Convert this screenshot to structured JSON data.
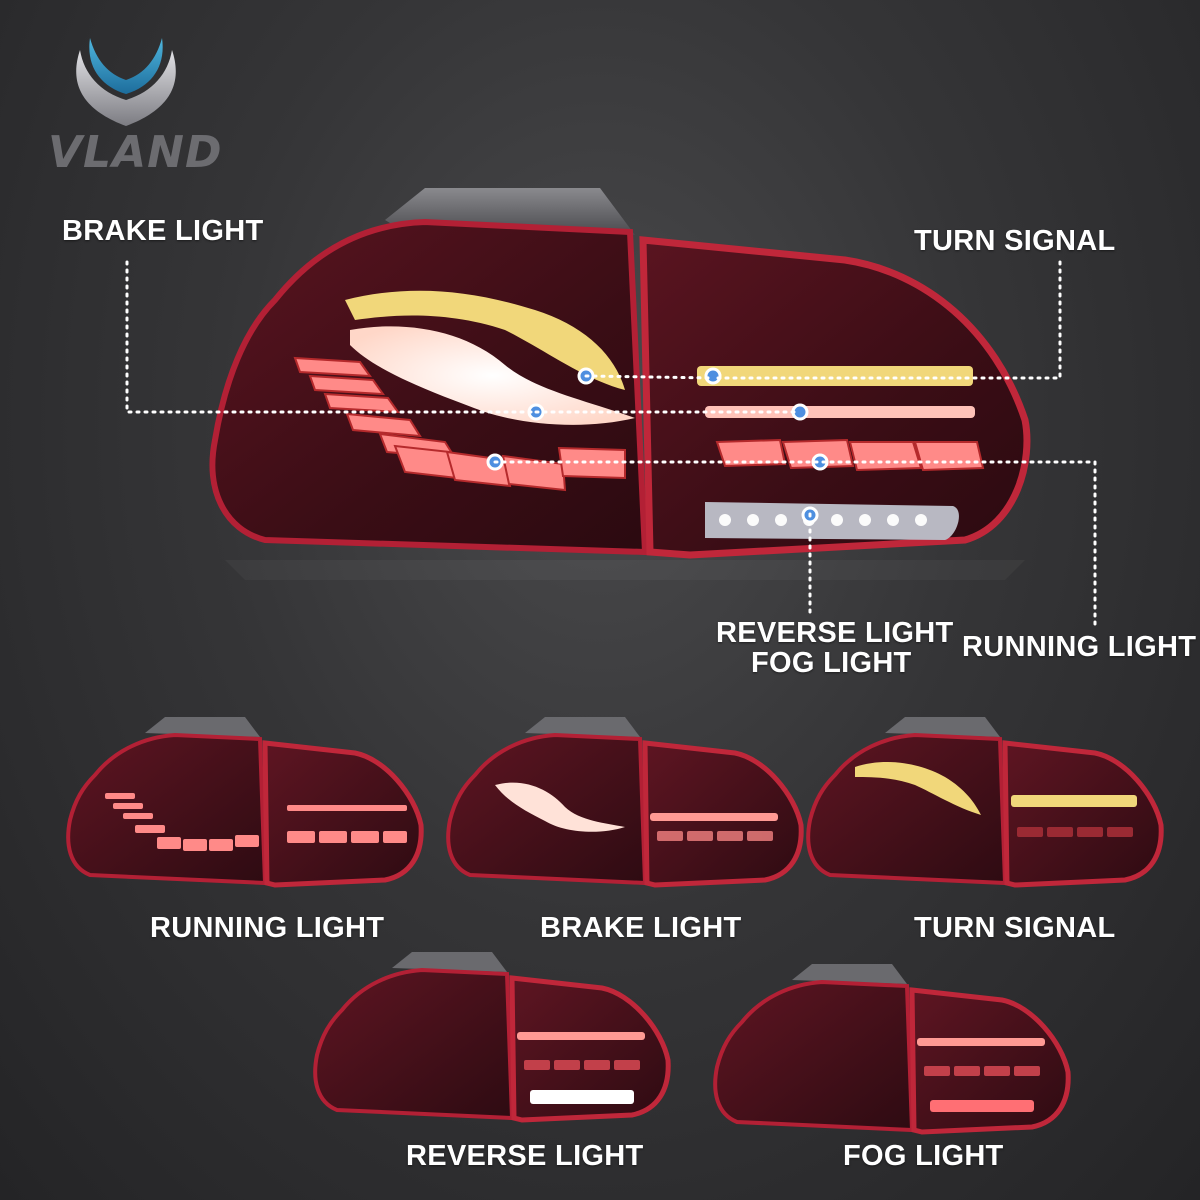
{
  "brand": {
    "name": "VLAND",
    "logo_icon": "vland-v-shield-icon"
  },
  "callouts": {
    "brake_light": "BRAKE LIGHT",
    "turn_signal": "TURN SIGNAL",
    "reverse_light": "REVERSE LIGHT",
    "fog_light": "FOG LIGHT",
    "running_light": "RUNNING LIGHT"
  },
  "modes": [
    {
      "label": "RUNNING LIGHT"
    },
    {
      "label": "BRAKE LIGHT"
    },
    {
      "label": "TURN SIGNAL"
    },
    {
      "label": "REVERSE LIGHT"
    },
    {
      "label": "FOG LIGHT"
    }
  ],
  "colors": {
    "lens_red": "#a3192b",
    "housing_dark": "#3a0d15",
    "turn_amber": "#f1d77a",
    "led_red": "#ff8a88",
    "reverse_white": "#ffffff",
    "guide_dots": "#ffffff",
    "marker_blue": "#4e8fe0"
  }
}
